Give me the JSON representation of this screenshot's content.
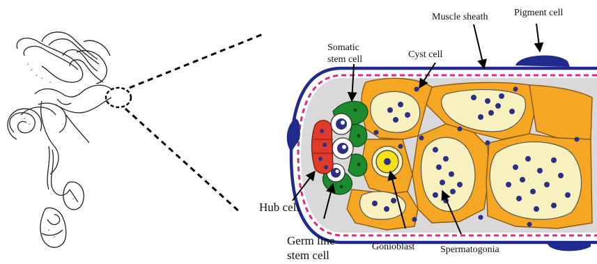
{
  "labels": {
    "muscle_sheath": "Muscle sheath",
    "pigment_cell": "Pigment cell",
    "somatic_stem_cell_1": "Somatic",
    "somatic_stem_cell_2": "stem cell",
    "cyst_cell": "Cyst cell",
    "hub_cell": "Hub cell",
    "germ_line_stem_cell_1": "Germ line",
    "germ_line_stem_cell_2": "stem cell",
    "gonioblast": "Gonioblast",
    "spermatogonia": "Spermatogonia"
  },
  "colors": {
    "sheath_blue": "#1f2a8c",
    "pink_dash": "#e0287d",
    "hub_red": "#e03a2a",
    "somatic_green": "#1e8a2e",
    "cyst_orange": "#f5a623",
    "cell_cream": "#f7f1c0",
    "nucleus_blue": "#2b2f86",
    "gonioblast_yellow": "#f4e11a",
    "lumen_gray": "#d9d9d9"
  },
  "icons": {
    "whole_testis": "testis-drawing-icon"
  }
}
